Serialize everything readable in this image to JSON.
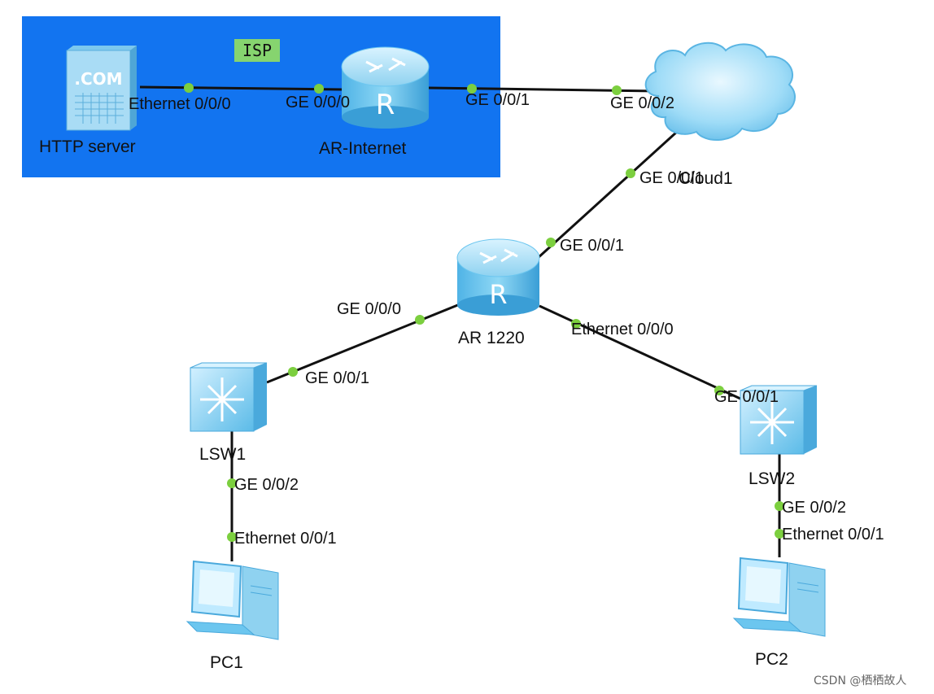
{
  "isp_region": {
    "label": "ISP",
    "color": "#1274f0",
    "tag_color": "#86d46f"
  },
  "devices": {
    "http_server": {
      "name": "HTTP server",
      "icon": "server-icon",
      "badge": ".COM"
    },
    "ar_internet": {
      "name": "AR-Internet",
      "icon": "router-icon"
    },
    "cloud": {
      "name": "Cloud1",
      "icon": "cloud-icon"
    },
    "ar1220": {
      "name": "AR 1220",
      "icon": "router-icon"
    },
    "lsw1": {
      "name": "LSW1",
      "icon": "switch-icon"
    },
    "lsw2": {
      "name": "LSW2",
      "icon": "switch-icon"
    },
    "pc1": {
      "name": "PC1",
      "icon": "pc-icon"
    },
    "pc2": {
      "name": "PC2",
      "icon": "pc-icon"
    }
  },
  "ports": {
    "server_eth": "Ethernet 0/0/0",
    "arinet_ge000": "GE 0/0/0",
    "arinet_ge001": "GE 0/0/1",
    "cloud_ge002": "GE 0/0/2",
    "cloud_ge001": "GE 0/0/1",
    "ar1220_ge001": "GE 0/0/1",
    "ar1220_ge000": "GE 0/0/0",
    "ar1220_eth000": "Ethernet 0/0/0",
    "lsw1_ge001": "GE 0/0/1",
    "lsw1_ge002": "GE 0/0/2",
    "pc1_eth": "Ethernet 0/0/1",
    "lsw2_ge001": "GE 0/0/1",
    "lsw2_ge002": "GE 0/0/2",
    "pc2_eth": "Ethernet 0/0/1"
  },
  "colors": {
    "link": "#111111",
    "port_dot": "#7ccf3f",
    "device_light": "#bfeaff",
    "device_mid": "#6cc6ef",
    "device_dark": "#2a8fc9"
  },
  "watermark": "CSDN @栖栖故人"
}
